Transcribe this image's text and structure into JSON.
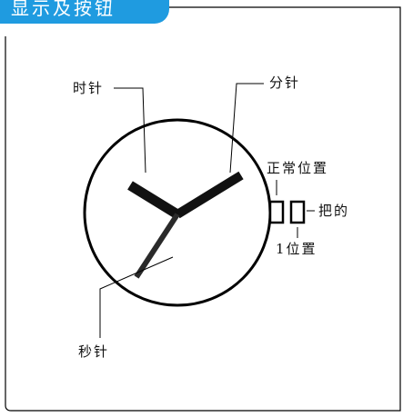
{
  "header": {
    "title": "显示及按钮"
  },
  "colors": {
    "tab": "#1f9be0",
    "stroke": "#000000",
    "hand": "#111111",
    "second_hand": "#2a2a2a"
  },
  "labels": {
    "hour_hand": "时针",
    "minute_hand": "分针",
    "second_hand": "秒针",
    "normal_position": "正常位置",
    "crown": "把的",
    "position_1": "1位置"
  }
}
